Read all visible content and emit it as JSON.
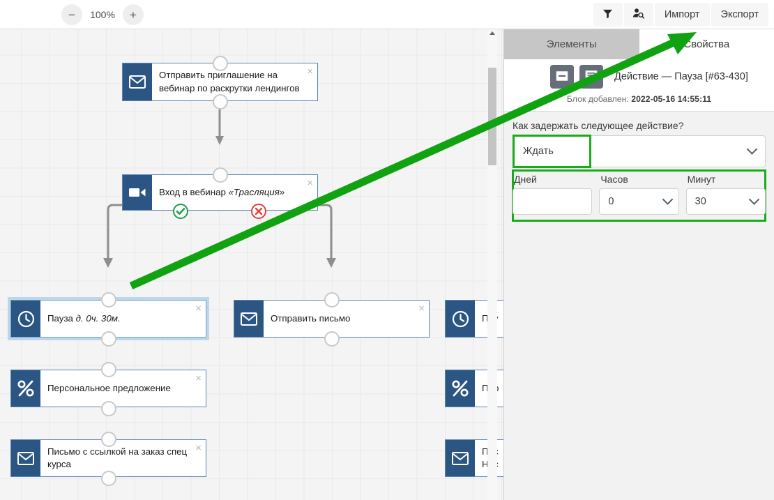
{
  "toolbar": {
    "zoom_out_label": "−",
    "zoom_level": "100%",
    "zoom_in_label": "+",
    "filter_icon": "filter-icon",
    "user_search_icon": "user-search-icon",
    "import_label": "Импорт",
    "export_label": "Экспорт"
  },
  "panel": {
    "tabs": [
      {
        "label": "Элементы",
        "active": false
      },
      {
        "label": "Свойства",
        "active": true
      }
    ],
    "header": {
      "note_icon": "note-icon",
      "comment_icon": "comment-icon",
      "title": "Действие — Пауза [#63-430]",
      "added_label": "Блок добавлен:",
      "added_value": "2022-05-16 14:55:11"
    },
    "form": {
      "question_label": "Как задержать следующее действие?",
      "mode_select_value": "Ждать",
      "days": {
        "label": "Дней",
        "value": ""
      },
      "hours": {
        "label": "Часов",
        "value": "0"
      },
      "minutes": {
        "label": "Минут",
        "value": "30"
      }
    }
  },
  "canvas": {
    "nodes": [
      {
        "id": "n1",
        "icon": "envelope-icon",
        "title": "Отправить приглашение на вебинар по раскрутки лендингов",
        "close": "×",
        "selected": false
      },
      {
        "id": "n2",
        "icon": "video-camera-icon",
        "title": "Вход в вебинар ",
        "title_em": "«Трасляция»",
        "close": "×",
        "selected": false
      },
      {
        "id": "n3",
        "icon": "clock-icon",
        "title": "Пауза ",
        "title_em": "д. 0ч. 30м.",
        "close": "×",
        "selected": true
      },
      {
        "id": "n4",
        "icon": "envelope-icon",
        "title": "Отправить письмо",
        "close": "×",
        "selected": false
      },
      {
        "id": "n5",
        "icon": "percent-icon",
        "title": "Персональное предложение",
        "close": "×",
        "selected": false
      },
      {
        "id": "n6",
        "icon": "envelope-icon",
        "title": "Письмо с ссылкой на заказ спец курса",
        "close": "×",
        "selected": false
      }
    ],
    "clipped_nodes": [
      {
        "id": "c1",
        "icon": "clock-icon",
        "title": "Пау"
      },
      {
        "id": "c2",
        "icon": "percent-icon",
        "title": "Пер"
      },
      {
        "id": "c3",
        "icon": "envelope-icon",
        "title": "Пис",
        "title2": "Нас"
      }
    ]
  },
  "annotation": {
    "arrow_color": "#11a211",
    "arrow_from": "Пауза node",
    "arrow_to": "Свойства tab"
  }
}
